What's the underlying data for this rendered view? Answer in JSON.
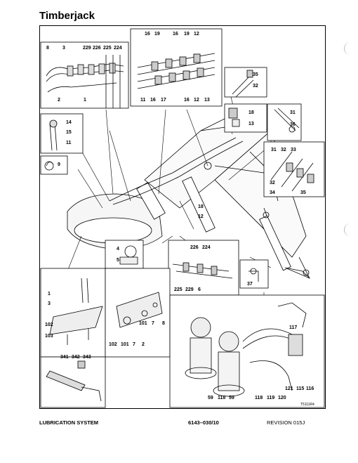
{
  "header": {
    "brand": "Timberjack"
  },
  "footer": {
    "left": "LUBRICATION SYSTEM",
    "center": "6143–030/10",
    "right": "REVISION 015J"
  },
  "figure_ref": "T5111R4",
  "labels": {
    "tl": [
      "8",
      "3",
      "229",
      "226",
      "225",
      "224",
      "2",
      "1"
    ],
    "tc": [
      "16",
      "19",
      "16",
      "19",
      "12",
      "11",
      "16",
      "17",
      "16",
      "12",
      "13"
    ],
    "r1": [
      "35",
      "32"
    ],
    "r2": [
      "18",
      "13"
    ],
    "r3": [
      "31",
      "36"
    ],
    "left_mid": [
      "14",
      "15",
      "11"
    ],
    "left_9": "9",
    "right_box": [
      "31",
      "32",
      "33",
      "32",
      "34",
      "35"
    ],
    "center_small": [
      "18",
      "12"
    ],
    "box_45": [
      "4",
      "5"
    ],
    "box_226": [
      "226",
      "224",
      "225",
      "229",
      "6"
    ],
    "box_37": "37",
    "box_lower_left": [
      "1",
      "3",
      "102",
      "103"
    ],
    "box_lower_mid": [
      "101",
      "7",
      "8",
      "102",
      "101",
      "7",
      "2"
    ],
    "box_grease": [
      "341",
      "342",
      "343"
    ],
    "box_lower_right": [
      "117",
      "121",
      "115",
      "116",
      "59",
      "118",
      "59",
      "118",
      "119",
      "120"
    ]
  }
}
